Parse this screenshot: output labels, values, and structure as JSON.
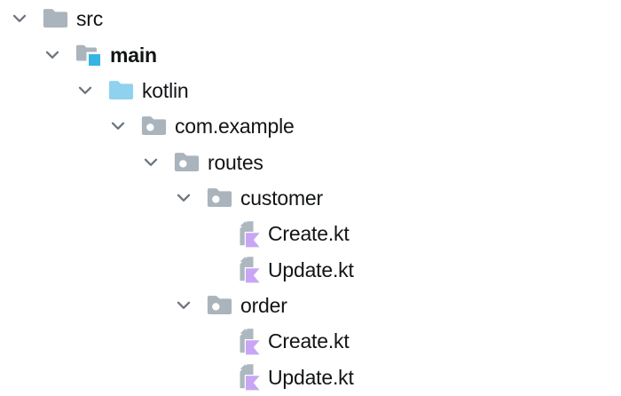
{
  "window": {
    "background": "#FFFFFF"
  },
  "colors": {
    "text": "#121416",
    "chevron_gray": "#6E757C",
    "folder_gray": "#AAB4BD",
    "kotlin_folder_blue": "#8FD2F0",
    "source_root_badge_cyan": "#35B5E5",
    "kotlin_file_page_gray": "#ADB7BF",
    "kotlin_file_purple": "#C8A5F5",
    "package_dot": "#FFFFFF"
  },
  "icon_names": {
    "folder": "folder-icon",
    "source-root-folder": "source-root-folder-icon",
    "kotlin-folder": "kotlin-folder-icon",
    "package": "package-folder-icon",
    "kotlin-file": "kotlin-file-icon"
  },
  "tree": {
    "rows": [
      {
        "label": "src",
        "icon": "folder",
        "level": 0,
        "expanded": true,
        "bold": false
      },
      {
        "label": "main",
        "icon": "source-root-folder",
        "level": 1,
        "expanded": true,
        "bold": true
      },
      {
        "label": "kotlin",
        "icon": "kotlin-folder",
        "level": 2,
        "expanded": true,
        "bold": false
      },
      {
        "label": "com.example",
        "icon": "package",
        "level": 3,
        "expanded": true,
        "bold": false
      },
      {
        "label": "routes",
        "icon": "package",
        "level": 4,
        "expanded": true,
        "bold": false
      },
      {
        "label": "customer",
        "icon": "package",
        "level": 5,
        "expanded": true,
        "bold": false
      },
      {
        "label": "Create.kt",
        "icon": "kotlin-file",
        "level": 6,
        "expanded": false,
        "bold": false
      },
      {
        "label": "Update.kt",
        "icon": "kotlin-file",
        "level": 6,
        "expanded": false,
        "bold": false
      },
      {
        "label": "order",
        "icon": "package",
        "level": 5,
        "expanded": true,
        "bold": false
      },
      {
        "label": "Create.kt",
        "icon": "kotlin-file",
        "level": 6,
        "expanded": false,
        "bold": false
      },
      {
        "label": "Update.kt",
        "icon": "kotlin-file",
        "level": 6,
        "expanded": false,
        "bold": false
      }
    ]
  }
}
